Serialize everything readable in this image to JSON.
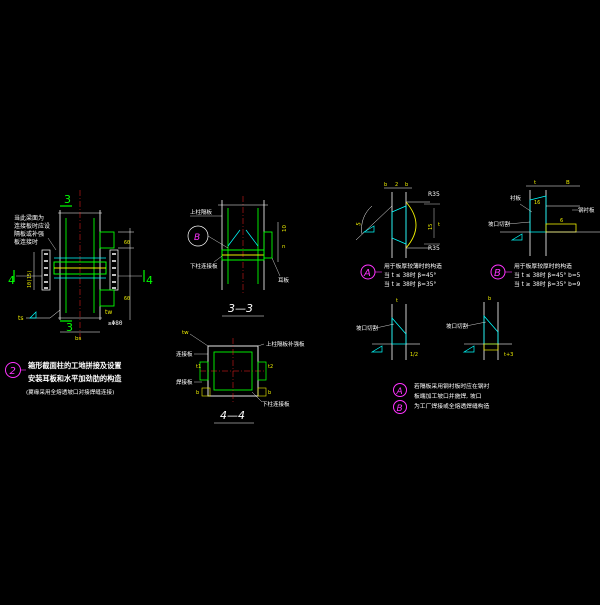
{
  "colors": {
    "background": "#000000",
    "white": "#ffffff",
    "green": "#00ff00",
    "yellow": "#f0f000",
    "cyan": "#00ffff",
    "magenta": "#ff33ff",
    "red": "#ff2020",
    "blue": "#5a5aff"
  },
  "detail_2": {
    "cut_3_top": "3",
    "cut_3_bottom": "3",
    "cut_4_left": "4",
    "cut_4_right": "4",
    "note_left": [
      "当此梁面为",
      "连接板时应设",
      "隔板或补强",
      "板连接时"
    ],
    "dim_vertical": "10(15)",
    "dim_ts": "ts",
    "dim_tw": "tw",
    "dim_bottom": "≥Φ80",
    "dim_bs": "bs",
    "label_number": "2",
    "title_line1": "箱形截面柱的工地拼接及设置",
    "title_line2": "安装耳板和水平加劲肋的构造",
    "title_note": "(翼缘采用全熔透坡口对接焊缝连接)"
  },
  "section_3_3": {
    "label_top": "上柱隔板",
    "label_mid": "下柱连接板",
    "label_right": "耳板",
    "circle_mark": "B",
    "dim_10": "10",
    "dim_n": "n",
    "title": "3—3"
  },
  "section_4_4": {
    "label_top_right": "上柱隔板补强板",
    "label_left1": "连接板",
    "label_left2": "焊接板",
    "label_bottom_right": "下柱连接板",
    "dim_tw": "tw",
    "dim_t1": "t1",
    "dim_t2": "t2",
    "dim_b1": "b",
    "dim_b2": "b",
    "title": "4—4"
  },
  "detail_A": {
    "marker": "A",
    "dims_top": [
      "b",
      "2",
      "b"
    ],
    "dim_r35_top": "R35",
    "dim_r35_bottom": "R35",
    "dim_t": "t",
    "dim_5": "5",
    "dim_15": "15",
    "note_line1": "用于板厚较薄时的构造",
    "note_line2": "当 t ≤ 38时   β=45°",
    "note_line3": "当 t ≥ 38时   β=35°"
  },
  "detail_B": {
    "marker": "B",
    "label_weld": "衬板",
    "label_groove": "坡口切割",
    "label_backing": "钢衬板",
    "dims_top": [
      "t",
      "B"
    ],
    "dim_16": "16",
    "dim_6": "6",
    "note_line1": "用于板厚较厚时的构造",
    "note_line2": "当 t ≤ 38时 β=45° b=5",
    "note_line3": "当 t ≥ 38时 β=35° b=9"
  },
  "details_small": {
    "label_left": "坡口切割",
    "label_right": "坡口切割",
    "dim_t": "t",
    "dim_b": "b",
    "dim_left": "1/2",
    "dim_right": "t+3"
  },
  "notes_AB": {
    "marker_a": "A",
    "marker_b": "B",
    "line1": "若隔板采用钢衬板时应在钢衬",
    "line2": "板端加工坡口并施焊, 坡口",
    "line3": "为工厂焊接或全熔透焊缝构造"
  }
}
